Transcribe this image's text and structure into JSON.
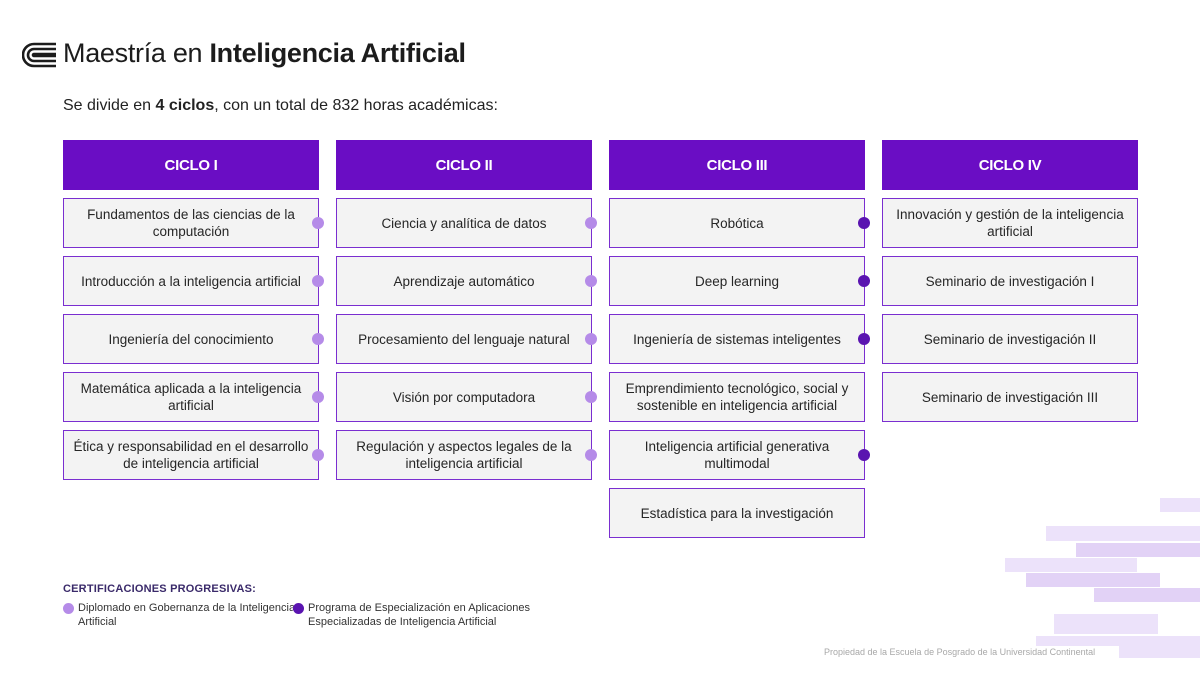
{
  "header": {
    "title_regular": "Maestría en ",
    "title_bold": "Inteligencia Artificial"
  },
  "intro": {
    "part1": "Se divide en ",
    "bold": "4 ciclos",
    "part2": ", con un total de 832 horas académicas:"
  },
  "cycles": [
    {
      "label": "CICLO I",
      "courses": [
        {
          "name": "Fundamentos de las ciencias de la computación",
          "dot": "light"
        },
        {
          "name": "Introducción a la inteligencia artificial",
          "dot": "light"
        },
        {
          "name": "Ingeniería del conocimiento",
          "dot": "light"
        },
        {
          "name": "Matemática aplicada a la inteligencia artificial",
          "dot": "light"
        },
        {
          "name": "Ética y responsabilidad en el desarrollo de inteligencia artificial",
          "dot": "light"
        }
      ]
    },
    {
      "label": "CICLO II",
      "courses": [
        {
          "name": "Ciencia y analítica de datos",
          "dot": "light"
        },
        {
          "name": "Aprendizaje automático",
          "dot": "light"
        },
        {
          "name": "Procesamiento del lenguaje natural",
          "dot": "light"
        },
        {
          "name": "Visión por computadora",
          "dot": "light"
        },
        {
          "name": "Regulación y aspectos legales de la inteligencia artificial",
          "dot": "light"
        }
      ]
    },
    {
      "label": "CICLO III",
      "courses": [
        {
          "name": "Robótica",
          "dot": "dark"
        },
        {
          "name": "Deep learning",
          "dot": "dark"
        },
        {
          "name": "Ingeniería de sistemas inteligentes",
          "dot": "dark"
        },
        {
          "name": "Emprendimiento tecnológico, social y sostenible en inteligencia artificial",
          "dot": "none"
        },
        {
          "name": "Inteligencia artificial generativa multimodal",
          "dot": "dark"
        },
        {
          "name": "Estadística para la investigación",
          "dot": "none"
        }
      ]
    },
    {
      "label": "CICLO IV",
      "courses": [
        {
          "name": "Innovación y gestión de la inteligencia artificial",
          "dot": "none"
        },
        {
          "name": "Seminario de investigación I",
          "dot": "none"
        },
        {
          "name": "Seminario de investigación II",
          "dot": "none"
        },
        {
          "name": "Seminario de investigación III",
          "dot": "none"
        }
      ]
    }
  ],
  "certifications": {
    "title": "CERTIFICACIONES PROGRESIVAS:",
    "items": [
      {
        "text": "Diplomado en Gobernanza de la Inteligencia Artificial",
        "color": "#b58be8"
      },
      {
        "text": "Programa de Especialización en Aplicaciones Especializadas de Inteligencia Artificial",
        "color": "#5a14b0"
      }
    ]
  },
  "footer": "Propiedad de la Escuela de Posgrado de la Universidad Continental",
  "colors": {
    "accent": "#6a0dc4",
    "dot_light": "#b58be8",
    "dot_dark": "#5a14b0"
  }
}
